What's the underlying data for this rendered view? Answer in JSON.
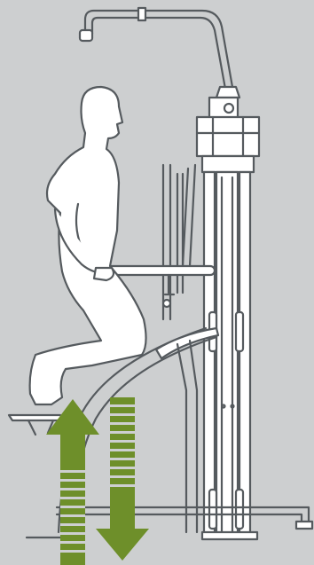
{
  "illustration": {
    "subject": "assisted-dip-machine",
    "pose": "knee-on-pad",
    "colors": {
      "background": "#cdcfd0",
      "line": "#555a5e",
      "fill": "#ffffff",
      "accent": "#6e8f2a"
    },
    "arrows": [
      {
        "direction": "up",
        "icon": "arrow-up-icon"
      },
      {
        "direction": "down",
        "icon": "arrow-down-icon"
      }
    ]
  }
}
